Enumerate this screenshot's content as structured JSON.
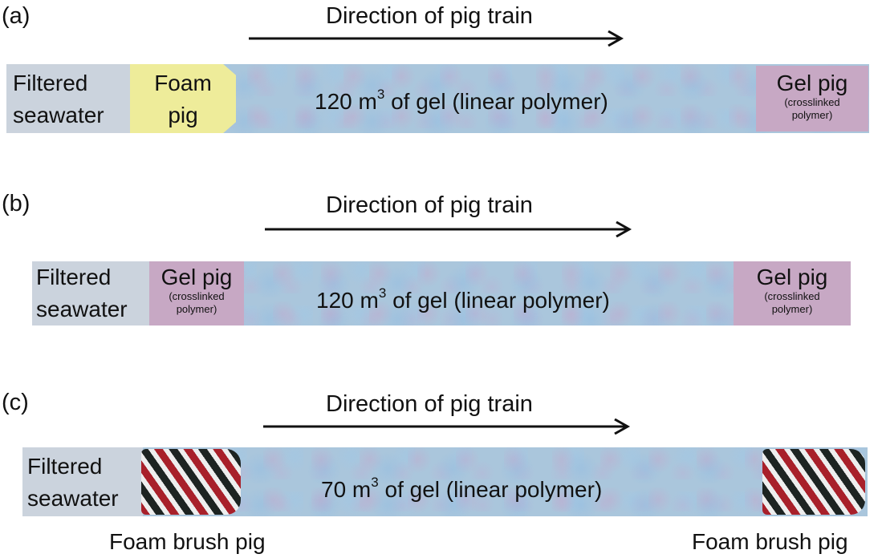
{
  "panels": [
    {
      "label": "(a)",
      "direction_title": "Direction of pig train",
      "seawater_lines": [
        "Filtered",
        "seawater"
      ],
      "front_pig": {
        "type": "foam",
        "lines": [
          "Foam",
          "pig"
        ]
      },
      "gel": {
        "prefix": "120 m",
        "sup": "3",
        "suffix": " of gel (linear polymer)"
      },
      "rear_pig": {
        "type": "gel",
        "title": "Gel pig",
        "subtitle_lines": [
          "(crosslinked",
          "polymer)"
        ]
      }
    },
    {
      "label": "(b)",
      "direction_title": "Direction of pig train",
      "seawater_lines": [
        "Filtered",
        "seawater"
      ],
      "front_pig": {
        "type": "gel",
        "title": "Gel pig",
        "subtitle_lines": [
          "(crosslinked",
          "polymer)"
        ]
      },
      "gel": {
        "prefix": "120 m",
        "sup": "3",
        "suffix": " of gel (linear polymer)"
      },
      "rear_pig": {
        "type": "gel",
        "title": "Gel pig",
        "subtitle_lines": [
          "(crosslinked",
          "polymer)"
        ]
      }
    },
    {
      "label": "(c)",
      "direction_title": "Direction of pig train",
      "seawater_lines": [
        "Filtered",
        "seawater"
      ],
      "front_pig": {
        "type": "brush"
      },
      "gel": {
        "prefix": "70 m",
        "sup": "3",
        "suffix": " of gel (linear polymer)"
      },
      "rear_pig": {
        "type": "brush"
      },
      "brush_labels": [
        "Foam brush pig",
        "Foam brush pig"
      ]
    }
  ],
  "colors": {
    "pipe_gel": "#aac6dc",
    "seawater": "#cbd3dd",
    "foam_pig": "#eeec9a",
    "gel_pig": "#c7a8c4",
    "brush_red": "#a8202a",
    "brush_dark": "#1d2422"
  }
}
